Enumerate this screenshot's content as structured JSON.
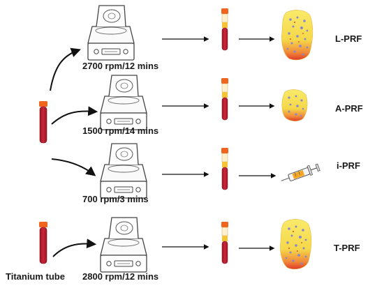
{
  "rows": [
    {
      "speed": "2700 rpm/12 mins",
      "product": "L-PRF",
      "result": "clot-large"
    },
    {
      "speed": "1500 rpm/14 mins",
      "product": "A-PRF",
      "result": "clot-small"
    },
    {
      "speed": "700 rpm/3 mins",
      "product": "i-PRF",
      "result": "syringe"
    },
    {
      "speed": "2800 rpm/12 mins",
      "product": "T-PRF",
      "result": "clot-large"
    }
  ],
  "sources": {
    "blood_tube": {
      "icon": "blood-tube-icon"
    },
    "titanium_tube": {
      "label": "Titanium tube",
      "icon": "titanium-tube-icon"
    }
  },
  "colors": {
    "cap": "#f0641e",
    "blood": "#b81c2a",
    "plasma": "#f3c437",
    "clot_yellow": "#f7e45c",
    "clot_red": "#e9452b",
    "clot_dots": "#8a86c8"
  }
}
